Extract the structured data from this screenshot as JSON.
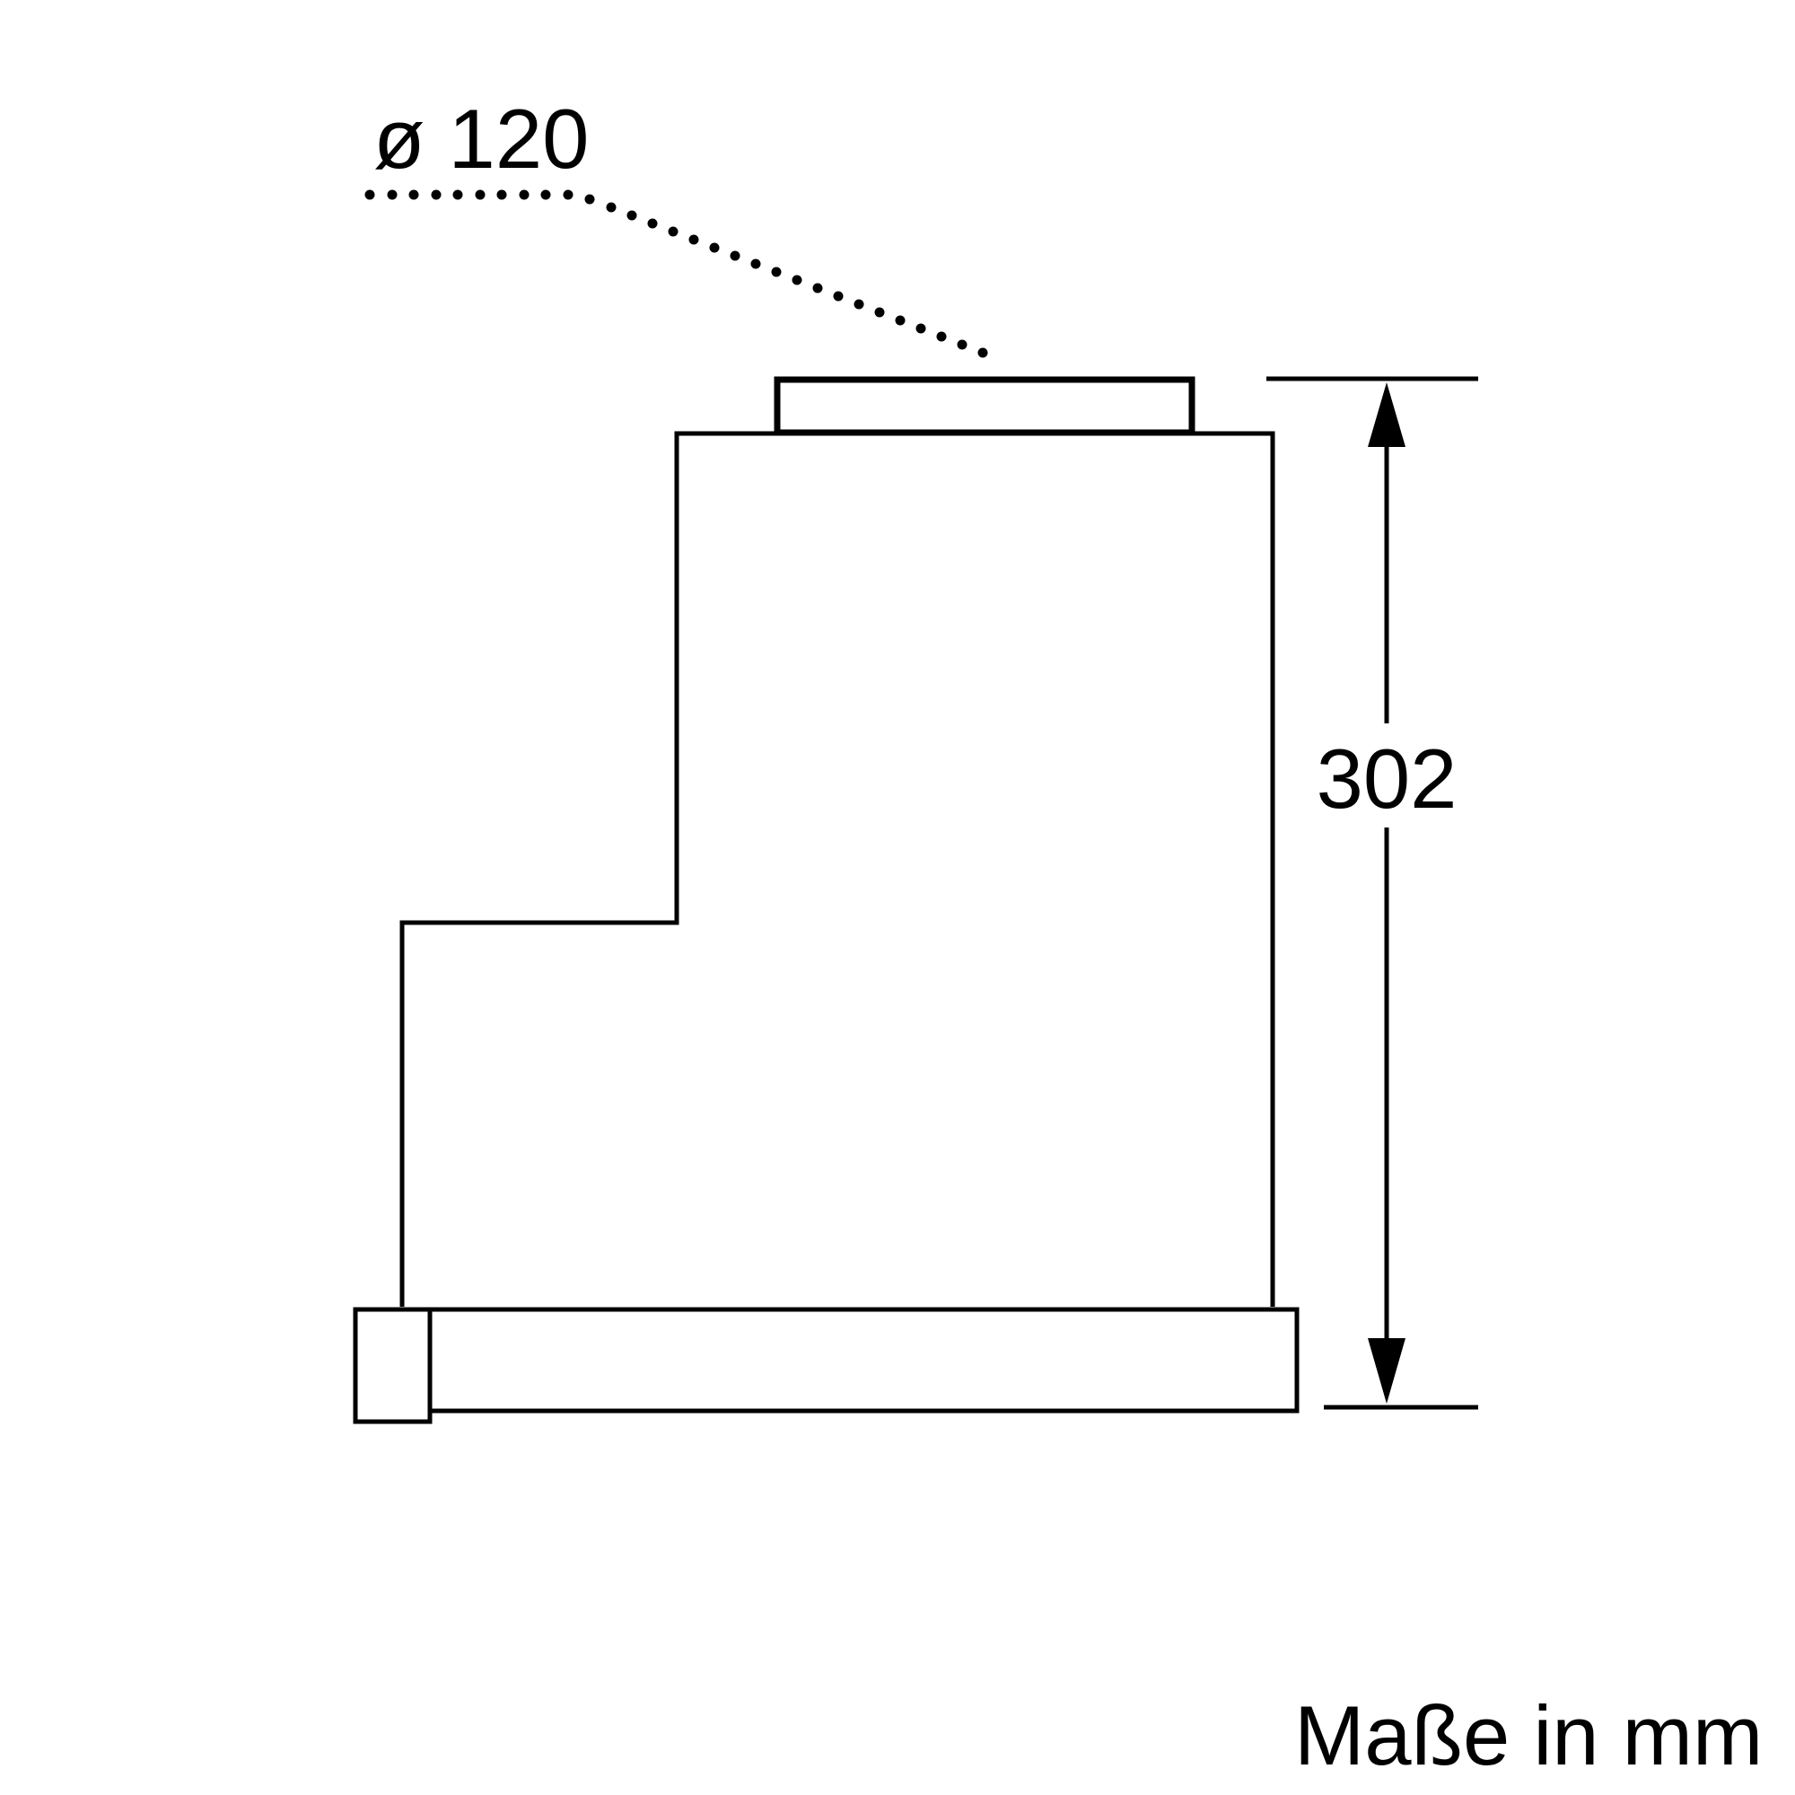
{
  "drawing": {
    "type": "technical dimension drawing (side view)",
    "stroke_color": "#000000",
    "background_color": "#ffffff"
  },
  "labels": {
    "duct_diameter": "ø 120",
    "height_dimension": "302",
    "units_note": "Maße in mm"
  },
  "dimensions": {
    "height_mm": 302,
    "duct_diameter_mm": 120
  }
}
